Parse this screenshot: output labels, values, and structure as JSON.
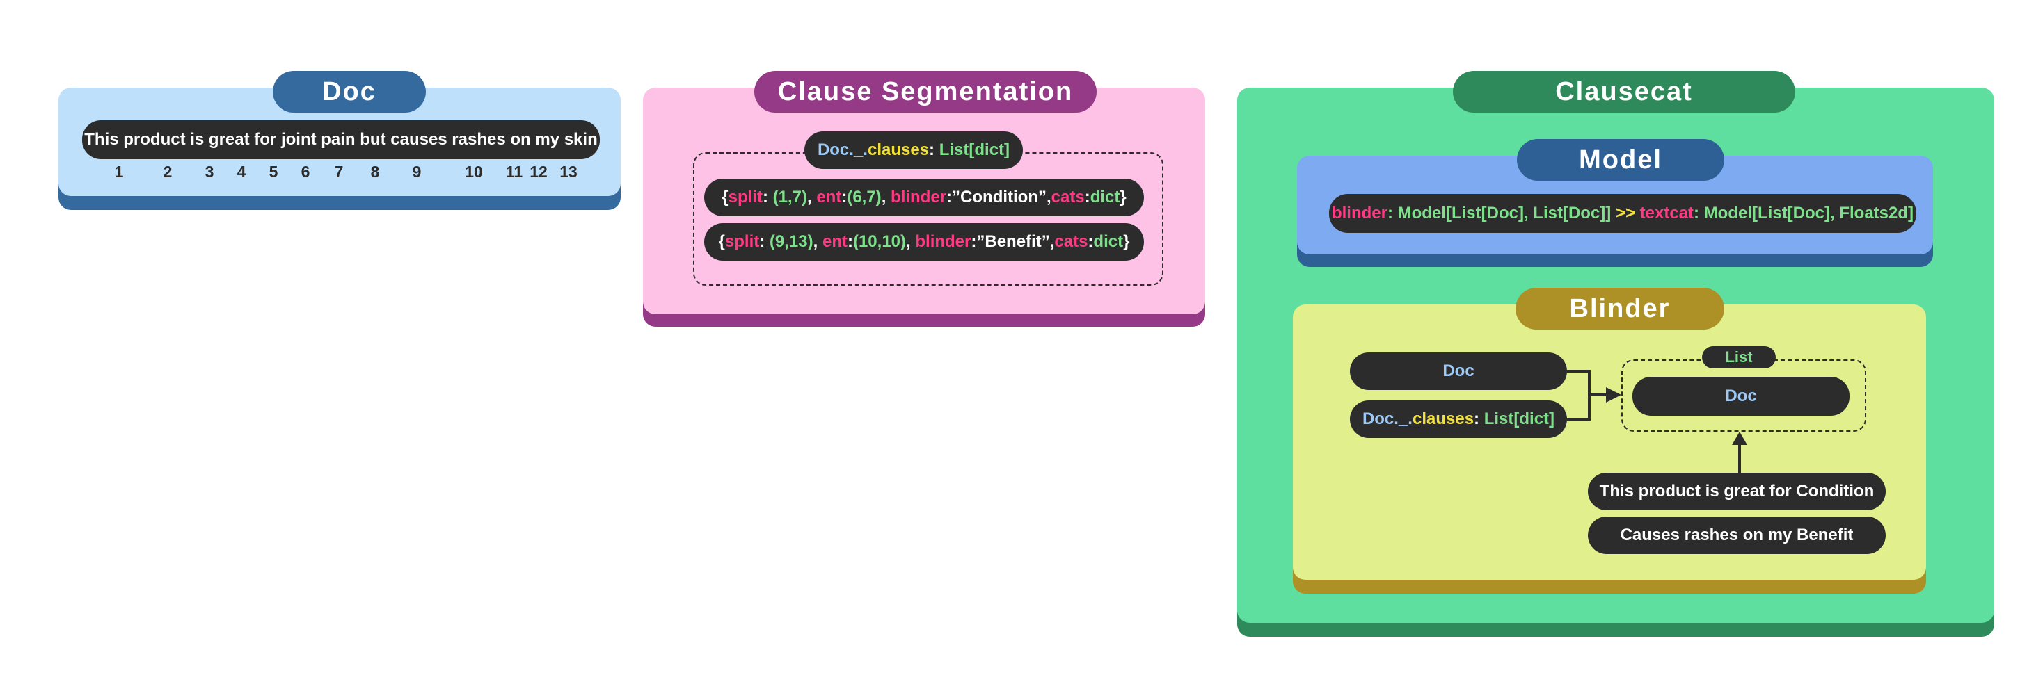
{
  "doc": {
    "title": "Doc",
    "sentence": "This product is great for joint pain but causes rashes on my skin",
    "tokens": [
      "1",
      "2",
      "3",
      "4",
      "5",
      "6",
      "7",
      "8",
      "9",
      "10",
      "11",
      "12",
      "13"
    ]
  },
  "clause_segmentation": {
    "title": "Clause Segmentation",
    "list_label": {
      "a": "Doc._.",
      "b": "clauses",
      "c": ": ",
      "d": "List[dict]"
    },
    "clauses": [
      {
        "t0": "{",
        "t1": "split",
        "t2": ": ",
        "t3": "(1,7)",
        "t4": ", ",
        "t5": "ent",
        "t6": ":",
        "t7": "(6,7)",
        "t8": ", ",
        "t9": "blinder",
        "t10": ":”Condition”,",
        "t11": "cats",
        "t12": ":",
        "t13": "dict",
        "t14": "}"
      },
      {
        "t0": "{",
        "t1": "split",
        "t2": ": ",
        "t3": "(9,13)",
        "t4": ", ",
        "t5": "ent",
        "t6": ":",
        "t7": "(10,10)",
        "t8": ", ",
        "t9": "blinder",
        "t10": ":”Benefit”,",
        "t11": "cats",
        "t12": ":",
        "t13": "dict",
        "t14": "}"
      }
    ]
  },
  "clausecat": {
    "title": "Clausecat",
    "model": {
      "title": "Model",
      "signature": {
        "a": "blinder",
        "b": ": Model[List[Doc], List[Doc]] ",
        "c": ">>",
        "d": " ",
        "e": "textcat",
        "f": ": Model[List[Doc], Floats2d]"
      }
    },
    "blinder": {
      "title": "Blinder",
      "input_doc": "Doc",
      "input_clauses": {
        "a": "Doc._.",
        "b": "clauses",
        "c": ": ",
        "d": "List[dict]"
      },
      "output_list_label": "List",
      "output_doc": "Doc",
      "blinded_sentences": [
        "This product is great for Condition",
        "Causes rashes on my Benefit"
      ]
    }
  },
  "colors": {
    "doc_panel": "#bfe0fb",
    "doc_header": "#356a9e",
    "clause_panel": "#fec2e6",
    "clause_header": "#953a86",
    "clausecat_panel": "#5fdf9f",
    "clausecat_header": "#2e8a5a",
    "model_panel": "#7eaaf1",
    "model_header": "#2e5f95",
    "blinder_panel": "#e1f08c",
    "blinder_header": "#ad9026",
    "pill": "#2c2c2c",
    "pink": "#ff3a84",
    "green": "#7ee08a",
    "blue": "#9cc9f5",
    "yellow": "#f2e03a"
  }
}
